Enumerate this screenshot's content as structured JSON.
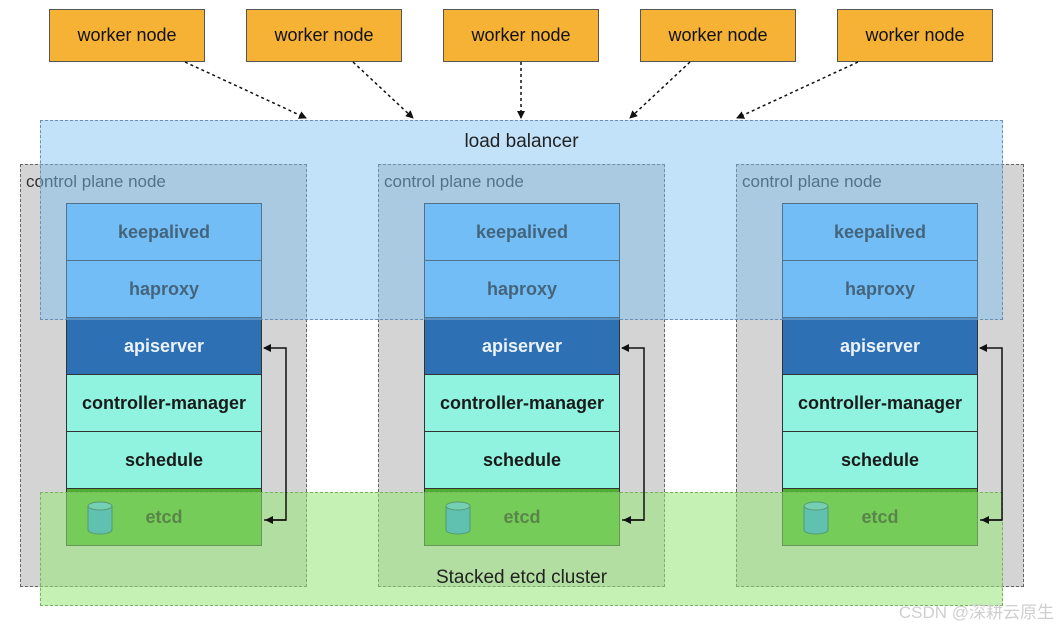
{
  "workers": [
    "worker node",
    "worker node",
    "worker node",
    "worker node",
    "worker node"
  ],
  "load_balancer": {
    "label": "load balancer"
  },
  "control_planes": [
    {
      "label": "control plane node",
      "components": [
        "keepalived",
        "haproxy",
        "apiserver",
        "controller-manager",
        "schedule",
        "etcd"
      ]
    },
    {
      "label": "control plane node",
      "components": [
        "keepalived",
        "haproxy",
        "apiserver",
        "controller-manager",
        "schedule",
        "etcd"
      ]
    },
    {
      "label": "control plane node",
      "components": [
        "keepalived",
        "haproxy",
        "apiserver",
        "controller-manager",
        "schedule",
        "etcd"
      ]
    }
  ],
  "etcd_cluster": {
    "label": "Stacked etcd cluster"
  },
  "watermark": "CSDN @深耕云原生",
  "colors": {
    "worker": "#f5b234",
    "load_balancer": "#78bef5",
    "component_light_blue": "#6ebcf7",
    "apiserver": "#2e70b4",
    "component_teal": "#8ff3e0",
    "etcd": "#4fae32",
    "etcd_cluster": "#96e678",
    "database_icon": "#2196f3"
  },
  "icons": {
    "etcd": "database-icon"
  }
}
